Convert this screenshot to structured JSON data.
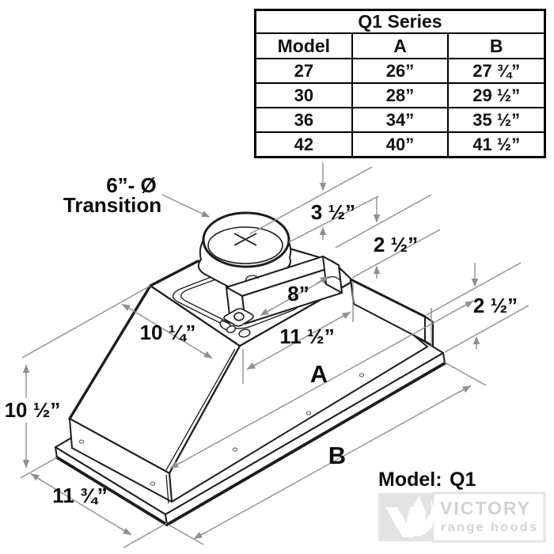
{
  "table": {
    "title": "Q1 Series",
    "columns": [
      "Model",
      "A",
      "B"
    ],
    "rows": [
      [
        "27",
        "26”",
        "27 ¾”"
      ],
      [
        "30",
        "28”",
        "29 ½”"
      ],
      [
        "36",
        "34”",
        "35 ½”"
      ],
      [
        "42",
        "40”",
        "41 ½”"
      ]
    ]
  },
  "diagram": {
    "transition_line1": "6”- Ø",
    "transition_line2": "Transition",
    "dim_collar_height": "3 ½”",
    "dim_box_height": "2 ½”",
    "dim_box_length": "8”",
    "dim_rail_height": "2 ½”",
    "dim_canopy_depth": "10 ¼”",
    "dim_deck_width": "11 ½”",
    "dim_width_a": "A",
    "dim_body_height": "10 ½”",
    "dim_width_b": "B",
    "dim_flange_depth": "11 ¾”"
  },
  "model_note": {
    "label": "Model:",
    "value": "Q1"
  },
  "logo": {
    "brand": "VICTORY",
    "tagline": "range hoods",
    "icon": "victory-v-flame-logo"
  },
  "colors": {
    "line": "#1c1c1c",
    "dimension": "#909090",
    "logo_gray": "#d6d6d6"
  }
}
